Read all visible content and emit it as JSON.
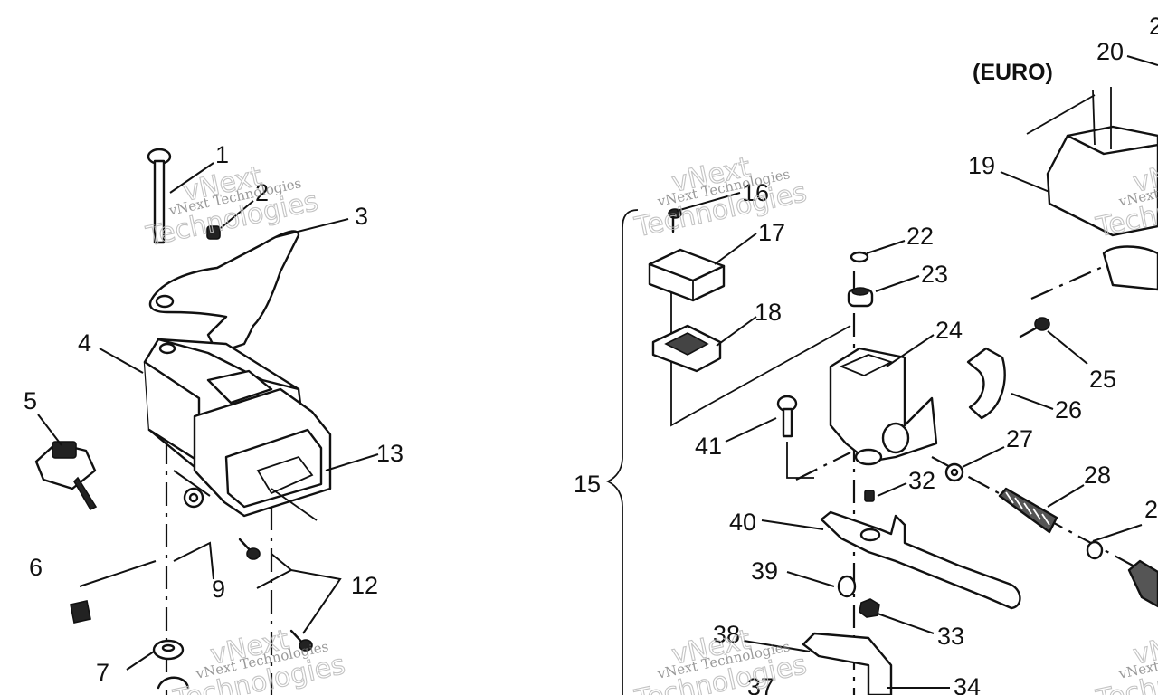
{
  "diagram": {
    "variant_label": "(EURO)",
    "callouts": [
      "1",
      "2",
      "3",
      "4",
      "5",
      "6",
      "7",
      "9",
      "12",
      "13",
      "15",
      "16",
      "17",
      "18",
      "19",
      "20",
      "22",
      "23",
      "24",
      "25",
      "26",
      "27",
      "28",
      "32",
      "33",
      "34",
      "37",
      "38",
      "39",
      "40",
      "41"
    ],
    "partial_callouts": [
      "2",
      "2"
    ],
    "watermark": {
      "line1": "vNext Technologies",
      "line2": "vNext",
      "line3": "Technologies"
    }
  }
}
